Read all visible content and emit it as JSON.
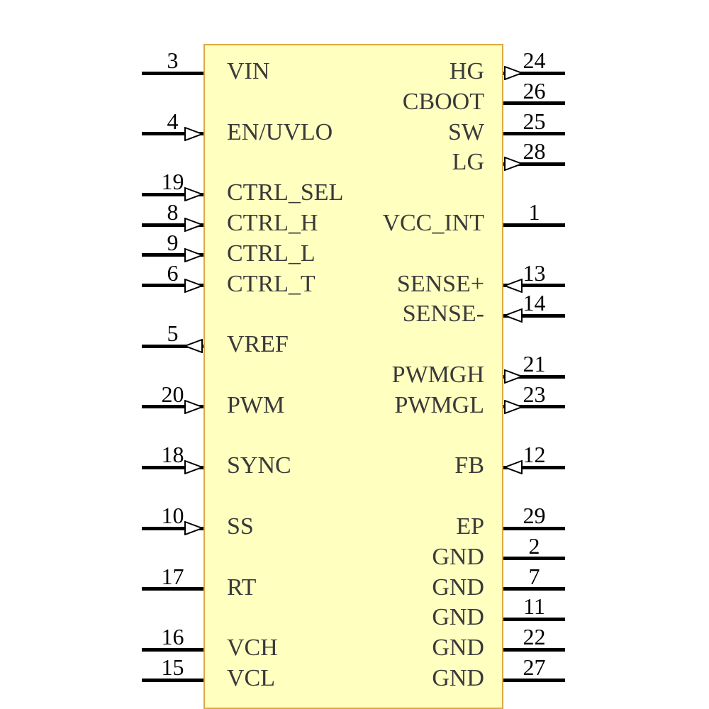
{
  "component": {
    "box_fill": "#FFFFC0",
    "box_border": "#DCA945",
    "pin_line_color": "#000000",
    "pin_number_color": "#000000",
    "pin_name_color": "#3A3A3A",
    "arrow_fill": "#FFFFFF",
    "arrow_stroke": "#000000"
  },
  "pins": {
    "left": [
      {
        "number": "3",
        "name": "VIN",
        "row": 0,
        "arrow": "none"
      },
      {
        "number": "4",
        "name": "EN/UVLO",
        "row": 2,
        "arrow": "in"
      },
      {
        "number": "19",
        "name": "CTRL_SEL",
        "row": 4,
        "arrow": "in"
      },
      {
        "number": "8",
        "name": "CTRL_H",
        "row": 5,
        "arrow": "in"
      },
      {
        "number": "9",
        "name": "CTRL_L",
        "row": 6,
        "arrow": "in"
      },
      {
        "number": "6",
        "name": "CTRL_T",
        "row": 7,
        "arrow": "in"
      },
      {
        "number": "5",
        "name": "VREF",
        "row": 9,
        "arrow": "out"
      },
      {
        "number": "20",
        "name": "PWM",
        "row": 11,
        "arrow": "in"
      },
      {
        "number": "18",
        "name": "SYNC",
        "row": 13,
        "arrow": "in"
      },
      {
        "number": "10",
        "name": "SS",
        "row": 15,
        "arrow": "in"
      },
      {
        "number": "17",
        "name": "RT",
        "row": 17,
        "arrow": "none"
      },
      {
        "number": "16",
        "name": "VCH",
        "row": 19,
        "arrow": "none"
      },
      {
        "number": "15",
        "name": "VCL",
        "row": 20,
        "arrow": "none"
      }
    ],
    "right": [
      {
        "number": "24",
        "name": "HG",
        "row": 0,
        "arrow": "out"
      },
      {
        "number": "26",
        "name": "CBOOT",
        "row": 1,
        "arrow": "none"
      },
      {
        "number": "25",
        "name": "SW",
        "row": 2,
        "arrow": "none"
      },
      {
        "number": "28",
        "name": "LG",
        "row": 3,
        "arrow": "out"
      },
      {
        "number": "1",
        "name": "VCC_INT",
        "row": 5,
        "arrow": "none"
      },
      {
        "number": "13",
        "name": "SENSE+",
        "row": 7,
        "arrow": "in"
      },
      {
        "number": "14",
        "name": "SENSE-",
        "row": 8,
        "arrow": "in"
      },
      {
        "number": "21",
        "name": "PWMGH",
        "row": 10,
        "arrow": "out"
      },
      {
        "number": "23",
        "name": "PWMGL",
        "row": 11,
        "arrow": "out"
      },
      {
        "number": "12",
        "name": "FB",
        "row": 13,
        "arrow": "in"
      },
      {
        "number": "29",
        "name": "EP",
        "row": 15,
        "arrow": "none"
      },
      {
        "number": "2",
        "name": "GND",
        "row": 16,
        "arrow": "none"
      },
      {
        "number": "7",
        "name": "GND",
        "row": 17,
        "arrow": "none"
      },
      {
        "number": "11",
        "name": "GND",
        "row": 18,
        "arrow": "none"
      },
      {
        "number": "22",
        "name": "GND",
        "row": 19,
        "arrow": "none"
      },
      {
        "number": "27",
        "name": "GND",
        "row": 20,
        "arrow": "none"
      }
    ]
  }
}
